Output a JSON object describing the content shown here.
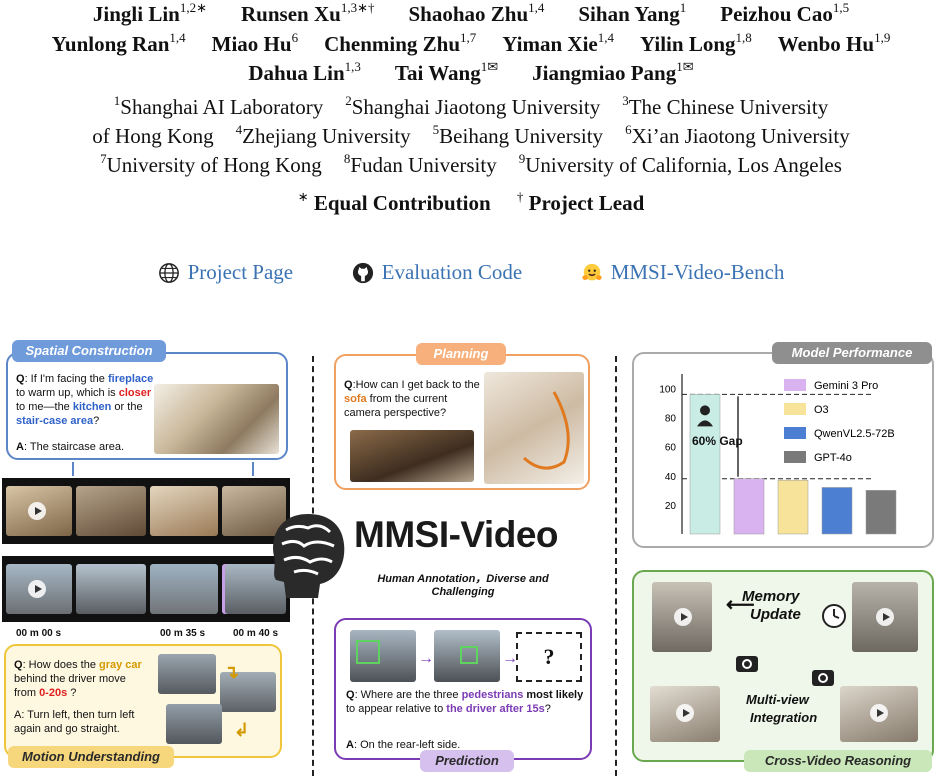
{
  "authors": {
    "line1": [
      {
        "name": "Jingli Lin",
        "sup": "1,2∗"
      },
      {
        "name": "Runsen Xu",
        "sup": "1,3∗†"
      },
      {
        "name": "Shaohao Zhu",
        "sup": "1,4"
      },
      {
        "name": "Sihan Yang",
        "sup": "1"
      },
      {
        "name": "Peizhou Cao",
        "sup": "1,5"
      }
    ],
    "line2": [
      {
        "name": "Yunlong Ran",
        "sup": "1,4"
      },
      {
        "name": "Miao Hu",
        "sup": "6"
      },
      {
        "name": "Chenming Zhu",
        "sup": "1,7"
      },
      {
        "name": "Yiman Xie",
        "sup": "1,4"
      },
      {
        "name": "Yilin Long",
        "sup": "1,8"
      },
      {
        "name": "Wenbo Hu",
        "sup": "1,9"
      }
    ],
    "line3": [
      {
        "name": "Dahua Lin",
        "sup": "1,3"
      },
      {
        "name": "Tai Wang",
        "sup": "1✉"
      },
      {
        "name": "Jiangmiao Pang",
        "sup": "1✉"
      }
    ]
  },
  "affiliations": {
    "line1": [
      {
        "sup": "1",
        "name": "Shanghai AI Laboratory"
      },
      {
        "sup": "2",
        "name": "Shanghai Jiaotong University"
      },
      {
        "sup": "3",
        "name": "The Chinese University"
      }
    ],
    "line2": [
      {
        "sup": "",
        "name": "of Hong Kong"
      },
      {
        "sup": "4",
        "name": "Zhejiang University"
      },
      {
        "sup": "5",
        "name": "Beihang University"
      },
      {
        "sup": "6",
        "name": "Xi’an Jiaotong University"
      }
    ],
    "line3": [
      {
        "sup": "7",
        "name": "University of Hong Kong"
      },
      {
        "sup": "8",
        "name": "Fudan University"
      },
      {
        "sup": "9",
        "name": "University of California, Los Angeles"
      }
    ]
  },
  "notes": {
    "equal_sym": "∗",
    "equal": "Equal Contribution",
    "lead_sym": "†",
    "lead": "Project Lead"
  },
  "links": {
    "project_page": "Project Page",
    "evaluation_code": "Evaluation Code",
    "bench": "MMSI-Video-Bench"
  },
  "figure": {
    "spatial": {
      "tab": "Spatial Construction",
      "q_prefix": "Q",
      "q_parts": [
        ": If I'm facing the ",
        "fireplace",
        " to warm up, which is ",
        "closer",
        " to me—the ",
        "kitchen",
        " or the ",
        "stair-case area",
        "?"
      ],
      "a_prefix": "A",
      "answer": ": The staircase area."
    },
    "planning": {
      "tab": "Planning",
      "q_parts": [
        "Q",
        ":How can I get back to the ",
        "sofa",
        " from the current camera perspective?"
      ]
    },
    "center": {
      "title": "MMSI-Video",
      "subtitle1": "Human Annotation，Diverse and",
      "subtitle2": "Challenging"
    },
    "timeline": {
      "t0": "00 m 00 s",
      "t1": "00 m 35 s",
      "t2": "00 m 40 s"
    },
    "motion": {
      "tab": "Motion Understanding",
      "q_parts": [
        "Q",
        ": How does the ",
        "gray car",
        " behind the driver move from ",
        "0-20s",
        " ?"
      ],
      "answer": "A: Turn left, then turn left again and go straight."
    },
    "prediction": {
      "tab": "Prediction",
      "unknown": "?",
      "q_parts": [
        "Q",
        ": Where are the three ",
        "pedestrians",
        " ",
        "most likely",
        " to appear relative to ",
        "the driver after 15s",
        "?"
      ],
      "a_prefix": "A",
      "answer": ": On the rear-left side."
    },
    "performance": {
      "tab": "Model Performance",
      "gap": "60% Gap"
    },
    "cross": {
      "tab": "Cross-Video Reasoning",
      "memory1": "Memory",
      "memory2": "Update",
      "multi1": "Multi-view",
      "multi2": "Integration"
    }
  },
  "chart_data": {
    "type": "bar",
    "categories": [
      "Human",
      "Gemini 3 Pro",
      "O3",
      "QwenVL2.5-72B",
      "GPT-4o"
    ],
    "values": [
      96,
      38,
      37,
      32,
      30
    ],
    "legend": [
      "Gemini 3 Pro",
      "O3",
      "QwenVL2.5-72B",
      "GPT-4o"
    ],
    "colors": [
      "#c9ece4",
      "#d9b3ef",
      "#f7e39a",
      "#4c7fd1",
      "#7a7a7a"
    ],
    "yticks": [
      "20",
      "40",
      "60",
      "80",
      "100"
    ],
    "ylim": [
      0,
      110
    ],
    "reference_lines": [
      96,
      38
    ],
    "legend_position": "top-right",
    "grid": false
  }
}
